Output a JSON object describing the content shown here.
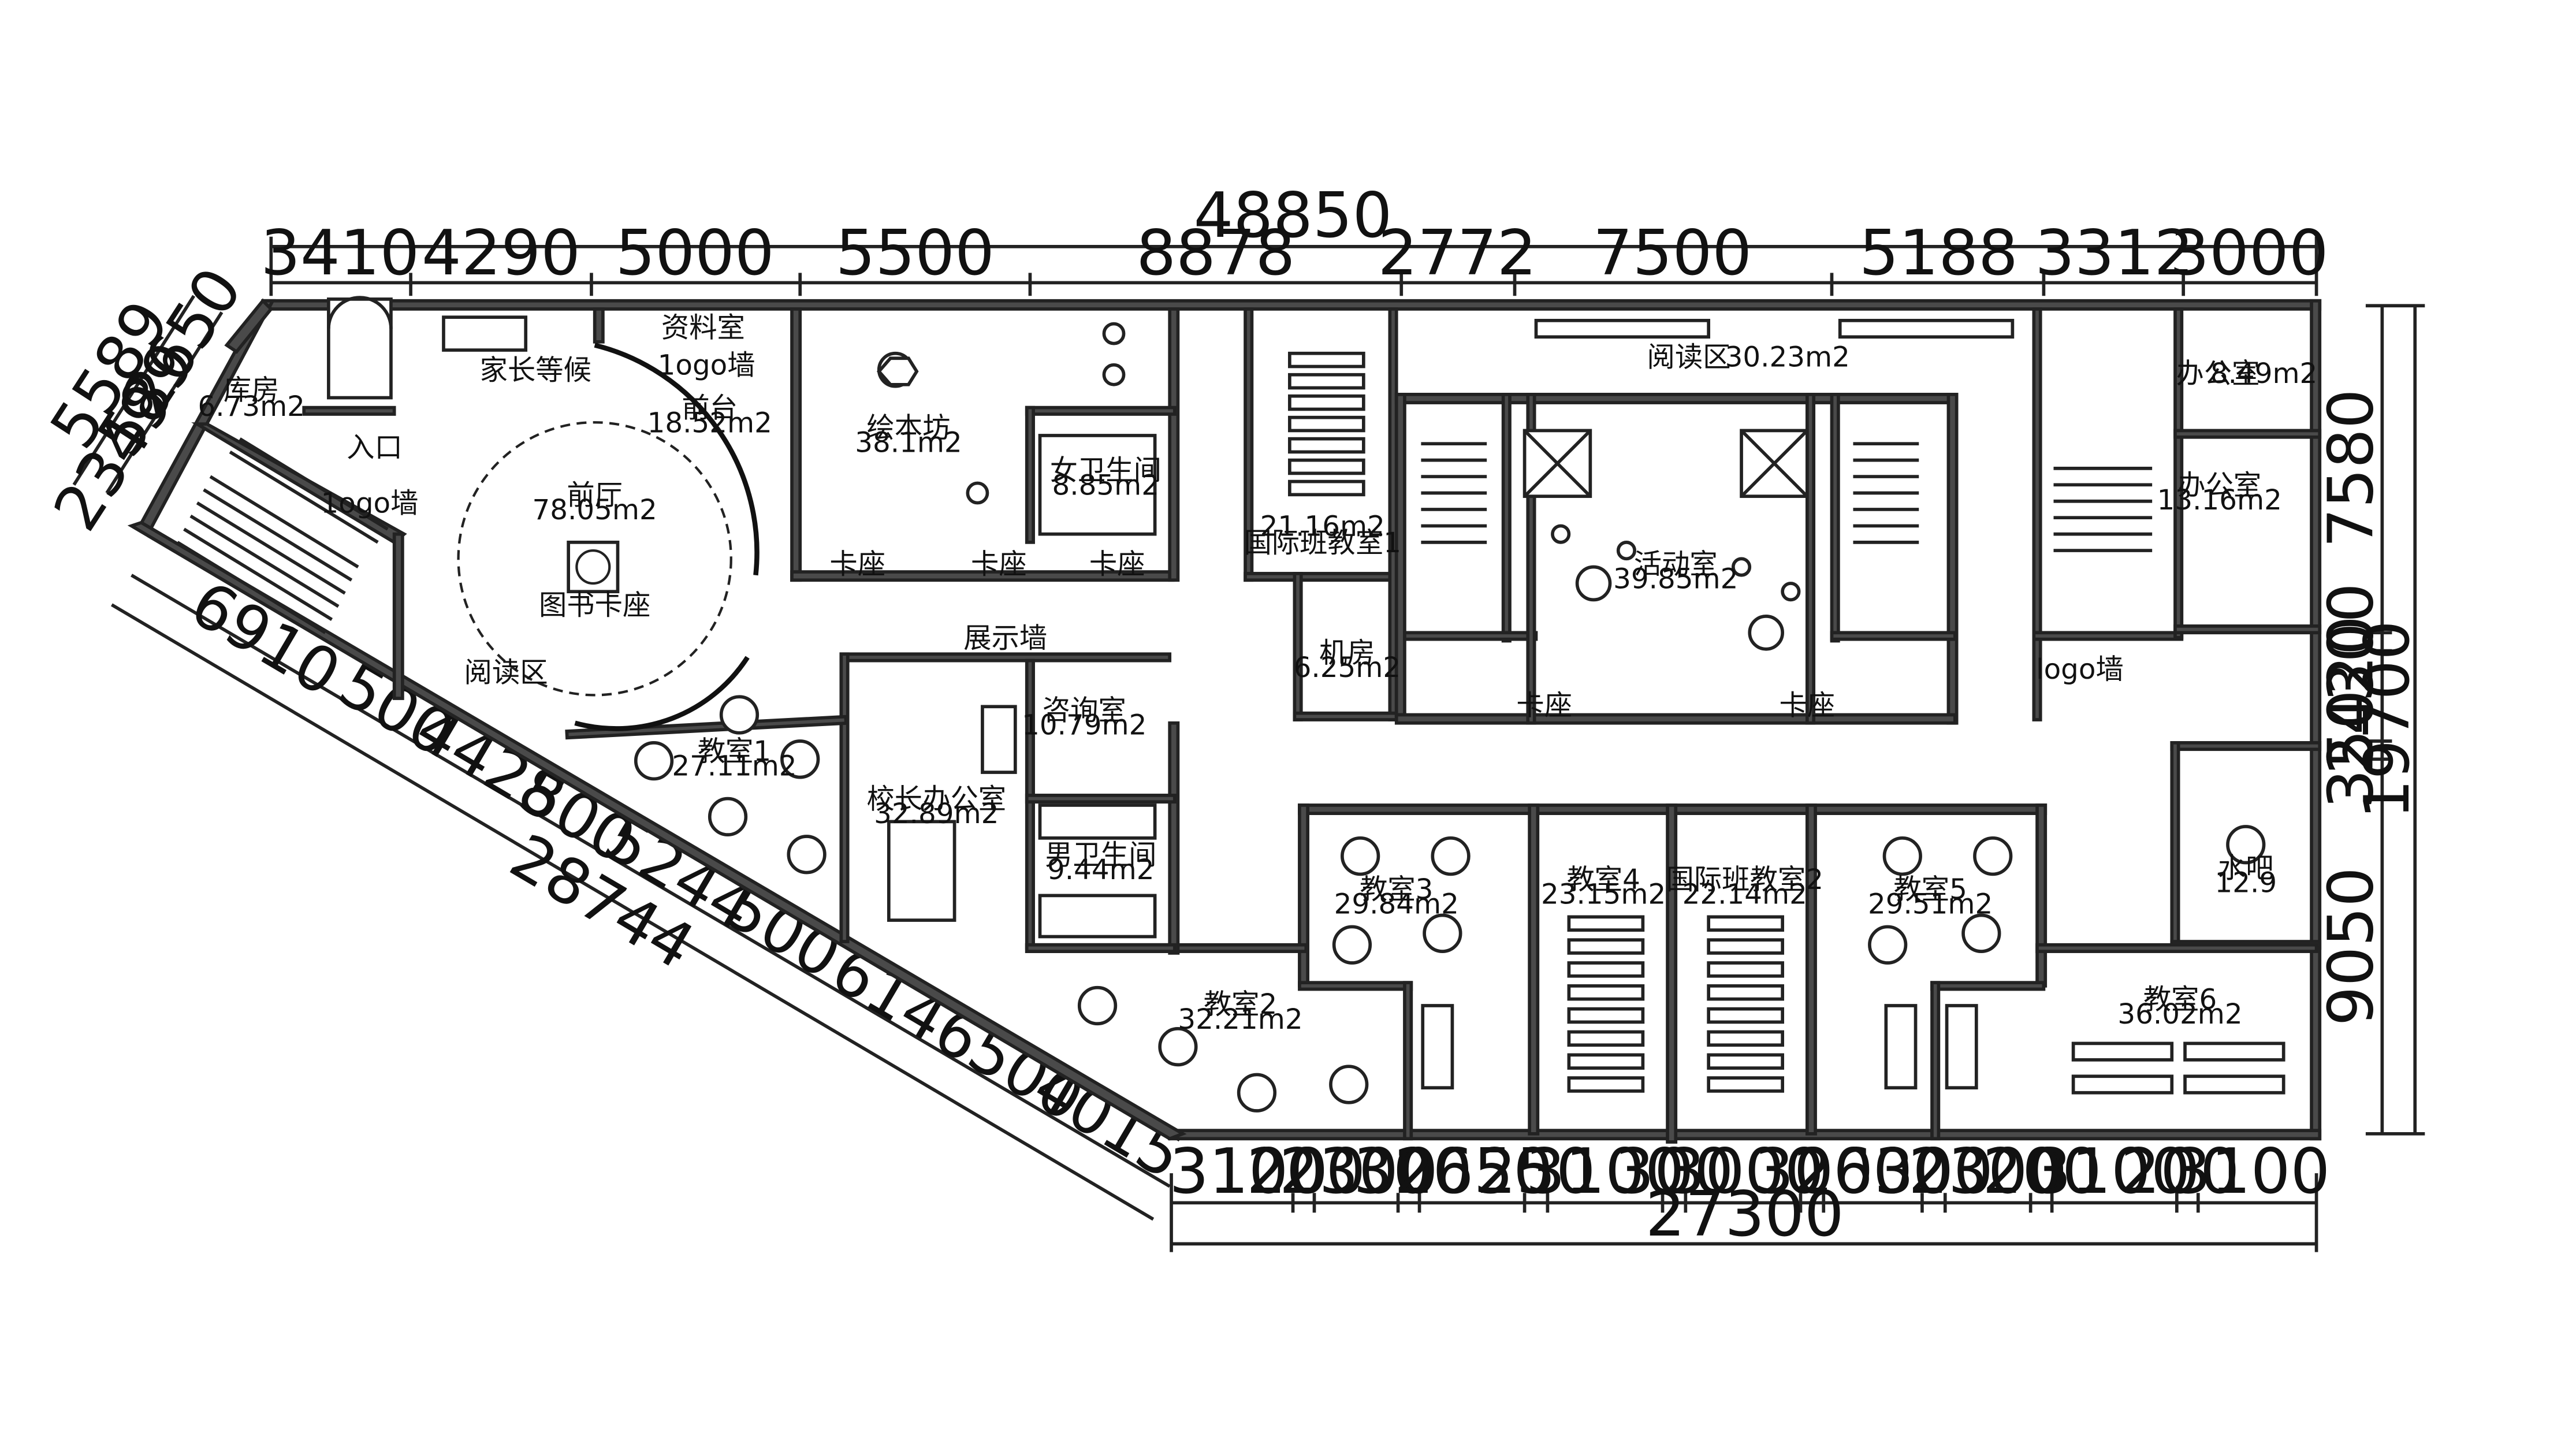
{
  "dimensions": {
    "top_total": "48850",
    "top": [
      "3410",
      "4290",
      "5000",
      "5500",
      "8878",
      "2772",
      "7500",
      "5188",
      "3312",
      "3000"
    ],
    "bottom": [
      "3100",
      "200",
      "2300",
      "300",
      "2650",
      "250",
      "3100",
      "300",
      "3000",
      "300",
      "2600",
      "300",
      "2300",
      "200",
      "3100",
      "200",
      "3100"
    ],
    "bottom_total": "27300",
    "right_total": "19700",
    "right_outer": [
      "7580",
      "9050"
    ],
    "right_inner": [
      "300",
      "2420",
      "350"
    ],
    "diagonal": [
      "6910",
      "500",
      "4428",
      "500",
      "5244",
      "500",
      "6146",
      "500",
      "4015"
    ],
    "diagonal_total": "28744",
    "left_outer": "5589",
    "left_inner": [
      "2650",
      "589",
      "2349"
    ]
  },
  "rooms": {
    "storage": {
      "name": "库房",
      "area": "6.73m2"
    },
    "entrance": "入口",
    "logo_wall": "1ogo墙",
    "logo_wall_2": "logo墙",
    "parent_wait": "家长等候",
    "reference": "资料室",
    "front_desk": {
      "name": "前台",
      "area": "18.52m2"
    },
    "lobby": {
      "name": "前厅",
      "area": "78.05m2"
    },
    "book_seat": "图书卡座",
    "reading_area": "阅读区",
    "picture_book": {
      "name": "绘本坊",
      "area": "38.1m2"
    },
    "female_wc": {
      "name": "女卫生间",
      "area": "8.85m2"
    },
    "booth": "卡座",
    "intl_class_1": {
      "name": "国际班教室1",
      "area": "21.16m2"
    },
    "machine_room": {
      "name": "机房",
      "area": "6.25m2"
    },
    "reading_area_2": {
      "name": "阅读区",
      "area": "30.23m2"
    },
    "activity": {
      "name": "活动室",
      "area": "39.85m2"
    },
    "office_small": {
      "name": "办公室",
      "area": "8.49m2"
    },
    "office_big": {
      "name": "办公室",
      "area": "13.16m2"
    },
    "display_wall": "展示墙",
    "classroom_1": {
      "name": "教室1",
      "area": "27.11m2"
    },
    "principal": {
      "name": "校长办公室",
      "area": "32.89m2"
    },
    "consult": {
      "name": "咨询室",
      "area": "10.79m2"
    },
    "male_wc": {
      "name": "男卫生间",
      "area": "9.44m2"
    },
    "classroom_2": {
      "name": "教室2",
      "area": "32.21m2"
    },
    "classroom_3": {
      "name": "教室3",
      "area": "29.84m2"
    },
    "classroom_4": {
      "name": "教室4",
      "area": "23.15m2"
    },
    "intl_class_2": {
      "name": "国际班教室2",
      "area": "22.14m2"
    },
    "classroom_5": {
      "name": "教室5",
      "area": "29.51m2"
    },
    "classroom_6": {
      "name": "教室6",
      "area": "36.02m2"
    },
    "water_bar": {
      "name": "水吧",
      "area": "12.9"
    }
  }
}
